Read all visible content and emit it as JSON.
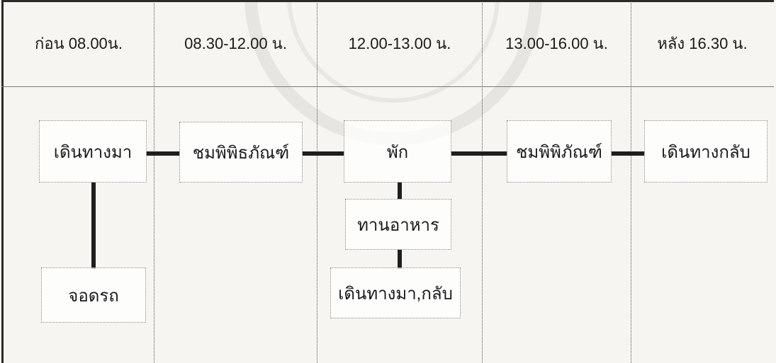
{
  "time_slots": [
    "ก่อน 08.00น.",
    "08.30-12.00 น.",
    "12.00-13.00 น.",
    "13.00-16.00 น.",
    "หลัง 16.30 น."
  ],
  "activities": {
    "arrive": "เดินทางมา",
    "parking": "จอดรถ",
    "museum_morning": "ชมพิพิธภัณฑ์",
    "rest": "พัก",
    "eat": "ทานอาหาร",
    "commute": "เดินทางมา,กลับ",
    "museum_afternoon": "ชมพิพิภัณฑ์",
    "depart": "เดินทางกลับ"
  },
  "colors": {
    "line": "#1e1e1e",
    "background": "#f7f5f1",
    "watermark": "#969696"
  }
}
